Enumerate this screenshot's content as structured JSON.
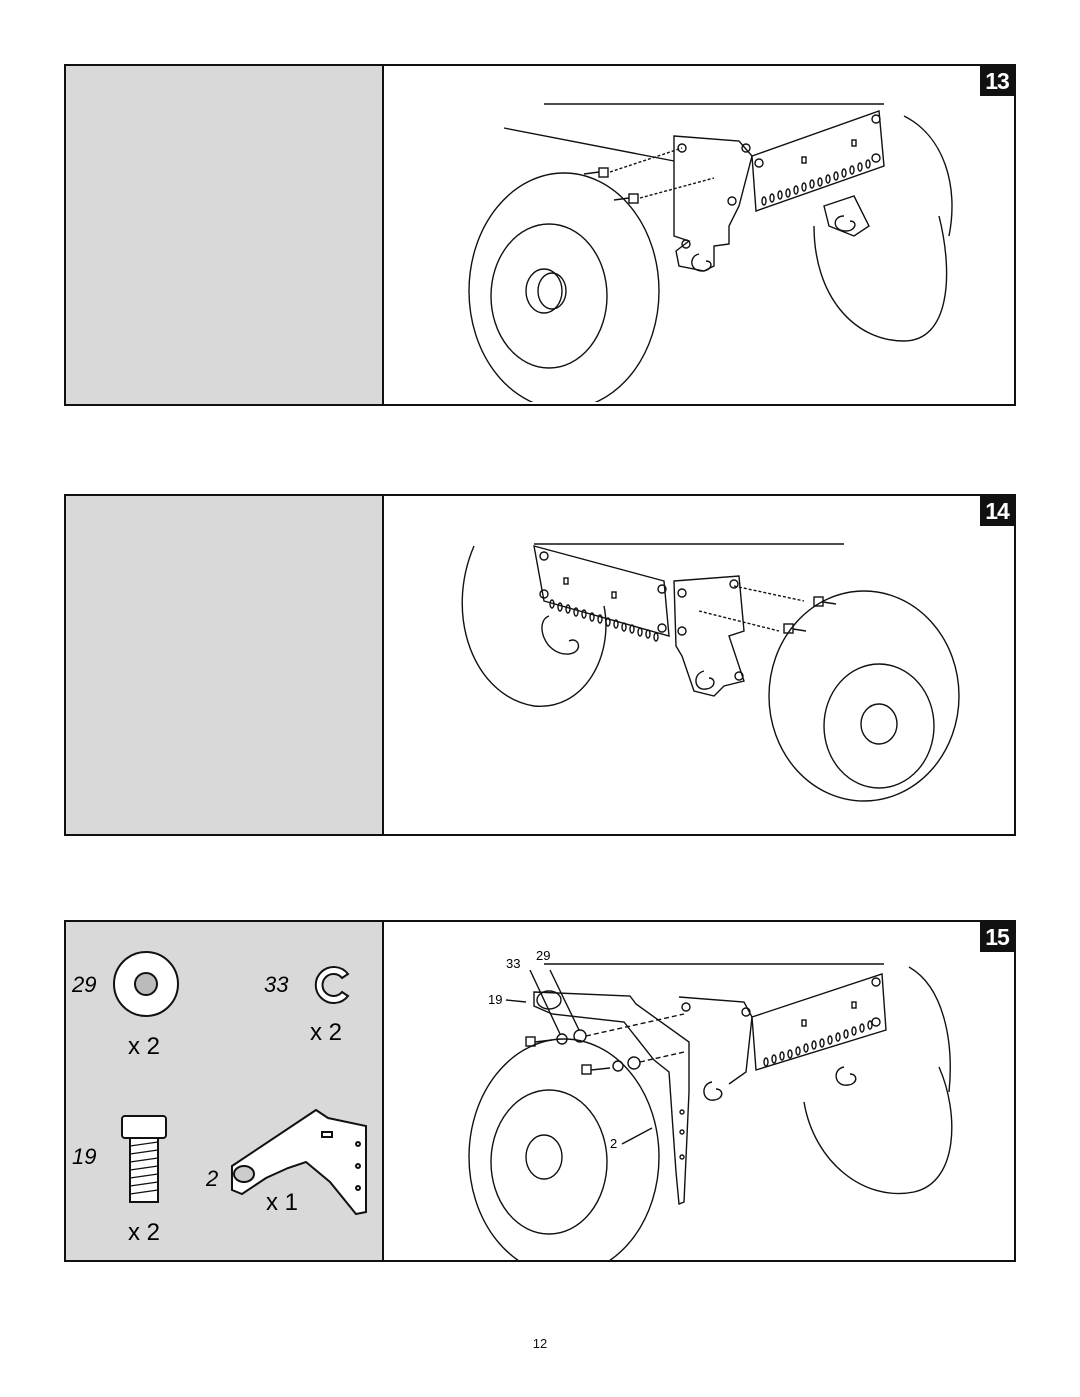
{
  "steps": [
    {
      "number": "13"
    },
    {
      "number": "14"
    },
    {
      "number": "15",
      "parts": [
        {
          "part_number": "29",
          "quantity": "x 2",
          "icon": "flat-washer-icon"
        },
        {
          "part_number": "33",
          "quantity": "x 2",
          "icon": "lock-washer-icon"
        },
        {
          "part_number": "19",
          "quantity": "x 2",
          "icon": "hex-bolt-icon"
        },
        {
          "part_number": "2",
          "quantity": "x 1",
          "icon": "bracket-icon"
        }
      ],
      "callouts": {
        "c33": "33",
        "c29": "29",
        "c19": "19",
        "c2": "2"
      }
    }
  ],
  "page_number": "12"
}
